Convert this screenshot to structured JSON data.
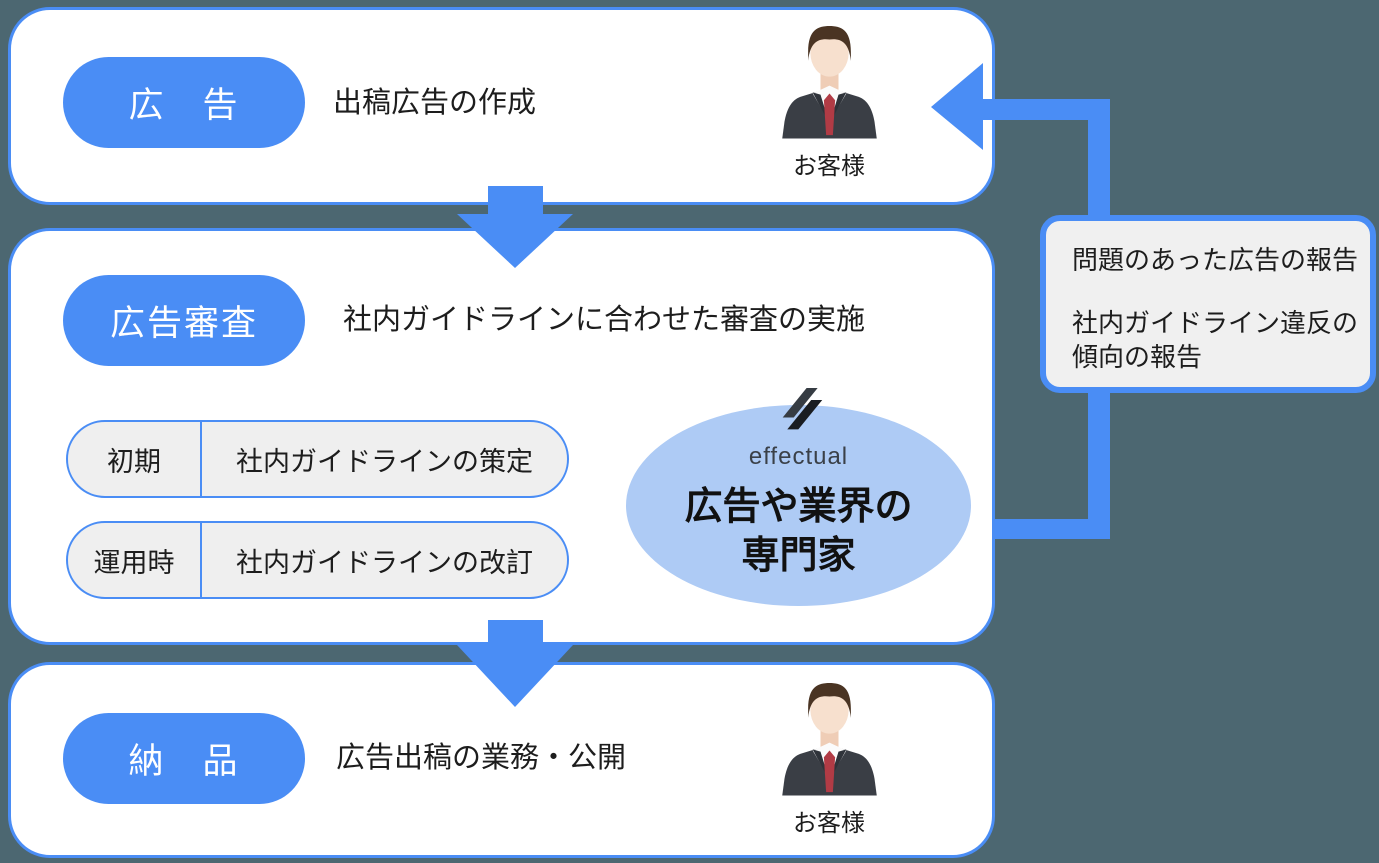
{
  "background_color": "#4C6771",
  "accent_blue": "#4A8DF5",
  "expert_bubble_color": "#AECBF5",
  "steps": [
    {
      "pill": "広　告",
      "desc": "出稿広告の作成",
      "actor": "お客様"
    },
    {
      "pill": "広告審査",
      "desc": "社内ガイドラインに合わせた審査の実施",
      "guidelines": [
        {
          "phase": "初期",
          "action": "社内ガイドラインの策定"
        },
        {
          "phase": "運用時",
          "action": "社内ガイドラインの改訂"
        }
      ],
      "expert": {
        "logo": "effectual",
        "line1": "広告や業界の",
        "line2": "専門家"
      }
    },
    {
      "pill": "納　品",
      "desc": "広告出稿の業務・公開",
      "actor": "お客様"
    }
  ],
  "feedback": {
    "line1": "問題のあった広告の報告",
    "line2": "社内ガイドライン違反の",
    "line3": "傾向の報告"
  }
}
